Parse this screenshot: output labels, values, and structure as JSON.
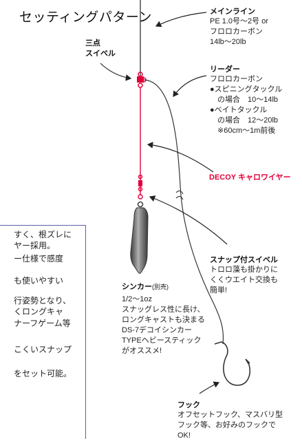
{
  "title": "セッティングパターン",
  "labels": {
    "swivel": [
      "三点",
      "スイベル"
    ],
    "main_line": {
      "heading": "メインライン",
      "lines": [
        "PE 1.0号〜2号 or",
        "フロロカーボン",
        "14lb〜20lb"
      ]
    },
    "leader": {
      "heading": "リーダー",
      "lines": [
        "フロロカーボン",
        "●スピニングタックル",
        "　の場合　10〜14lb",
        "●ベイトタックル",
        "　の場合　12〜20lb",
        "　※60cm〜1m前後"
      ]
    },
    "decoy": "DECOY キャロワイヤー",
    "snap": {
      "heading": "スナップ付スイベル",
      "lines": [
        "トロロ藻も掛かりに",
        "くくウエイト交換も",
        "簡単!"
      ]
    },
    "sinker": {
      "heading": "シンカー",
      "heading_note": "(別売)",
      "lines": [
        "1/2〜1oz",
        "スナッグレス性に長け、",
        "ロングキャストも決まる",
        "DS-7デコイシンカー",
        "TYPEヘビースティック",
        "がオススメ!"
      ]
    },
    "hook": {
      "heading": "フック",
      "lines": [
        "オフセットフック、マスバリ型",
        "フック等、お好みのフックで",
        "OK!"
      ]
    }
  },
  "info_box": {
    "lines": [
      "すく、根ズレに",
      "ヤー採用。",
      "ー仕様で感度",
      "",
      "も使いやすい",
      "",
      "行姿勢となり、",
      "くロングキャ",
      "ナーフゲーム等",
      "",
      "こくいスナップ",
      "",
      "をセット可能。"
    ]
  },
  "colors": {
    "accent_red": "#e3003a",
    "box_border": "#5b5ea6",
    "line": "#333333",
    "sinker_dark": "#4a4a4a",
    "sinker_light": "#a8a8a8"
  }
}
